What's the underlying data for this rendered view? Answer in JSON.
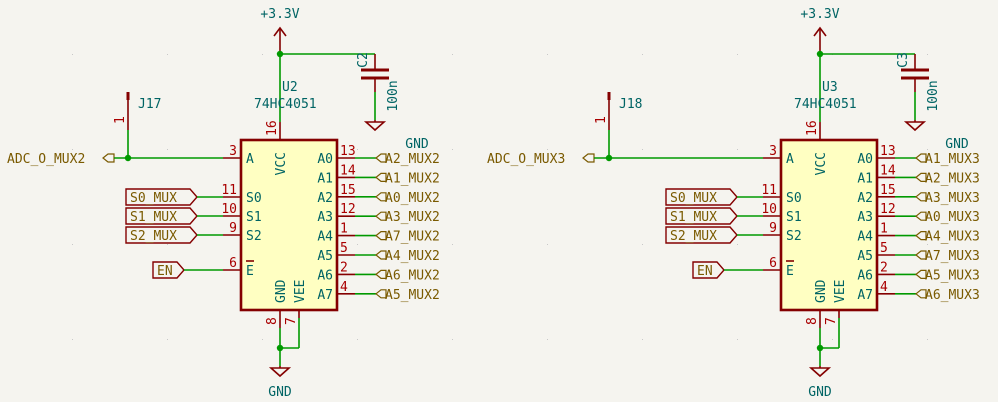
{
  "colors": {
    "background": "#f5f4ef",
    "wire": "#009900",
    "pin": "#840000",
    "body_fill": "#ffffc2",
    "reference_text": "#006464",
    "pin_number": "#a90000",
    "label_text": "#7a5a00"
  },
  "units": [
    {
      "ref": "U2",
      "value": "74HC4051",
      "power_label": "+3.3V",
      "cap_ref": "C2",
      "cap_value": "100n",
      "cap_gnd": "GND",
      "bottom_gnd": "GND",
      "jumper_ref": "J17",
      "jumper_pin": "1",
      "adc_label": "ADC_O_MUX2",
      "vcc_pin": "16",
      "vcc_name": "VCC",
      "gnd_pin": "8",
      "gnd_name": "GND",
      "vee_pin": "7",
      "vee_name": "VEE",
      "left_pins": [
        {
          "num": "3",
          "name": "A",
          "label": ""
        },
        {
          "num": "11",
          "name": "S0",
          "label": "S0_MUX"
        },
        {
          "num": "10",
          "name": "S1",
          "label": "S1_MUX"
        },
        {
          "num": "9",
          "name": "S2",
          "label": "S2_MUX"
        },
        {
          "num": "6",
          "name": "E",
          "label": "EN"
        }
      ],
      "right_pins": [
        {
          "num": "13",
          "name": "A0",
          "label": "A2_MUX2"
        },
        {
          "num": "14",
          "name": "A1",
          "label": "A1_MUX2"
        },
        {
          "num": "15",
          "name": "A2",
          "label": "A0_MUX2"
        },
        {
          "num": "12",
          "name": "A3",
          "label": "A3_MUX2"
        },
        {
          "num": "1",
          "name": "A4",
          "label": "A7_MUX2"
        },
        {
          "num": "5",
          "name": "A5",
          "label": "A4_MUX2"
        },
        {
          "num": "2",
          "name": "A6",
          "label": "A6_MUX2"
        },
        {
          "num": "4",
          "name": "A7",
          "label": "A5_MUX2"
        }
      ]
    },
    {
      "ref": "U3",
      "value": "74HC4051",
      "power_label": "+3.3V",
      "cap_ref": "C3",
      "cap_value": "100n",
      "cap_gnd": "GND",
      "bottom_gnd": "GND",
      "jumper_ref": "J18",
      "jumper_pin": "1",
      "adc_label": "ADC_O_MUX3",
      "vcc_pin": "16",
      "vcc_name": "VCC",
      "gnd_pin": "8",
      "gnd_name": "GND",
      "vee_pin": "7",
      "vee_name": "VEE",
      "left_pins": [
        {
          "num": "3",
          "name": "A",
          "label": ""
        },
        {
          "num": "11",
          "name": "S0",
          "label": "S0_MUX"
        },
        {
          "num": "10",
          "name": "S1",
          "label": "S1_MUX"
        },
        {
          "num": "9",
          "name": "S2",
          "label": "S2_MUX"
        },
        {
          "num": "6",
          "name": "E",
          "label": "EN"
        }
      ],
      "right_pins": [
        {
          "num": "13",
          "name": "A0",
          "label": "A1_MUX3"
        },
        {
          "num": "14",
          "name": "A1",
          "label": "A2_MUX3"
        },
        {
          "num": "15",
          "name": "A2",
          "label": "A3_MUX3"
        },
        {
          "num": "12",
          "name": "A3",
          "label": "A0_MUX3"
        },
        {
          "num": "1",
          "name": "A4",
          "label": "A4_MUX3"
        },
        {
          "num": "5",
          "name": "A5",
          "label": "A7_MUX3"
        },
        {
          "num": "2",
          "name": "A6",
          "label": "A5_MUX3"
        },
        {
          "num": "4",
          "name": "A7",
          "label": "A6_MUX3"
        }
      ]
    }
  ]
}
